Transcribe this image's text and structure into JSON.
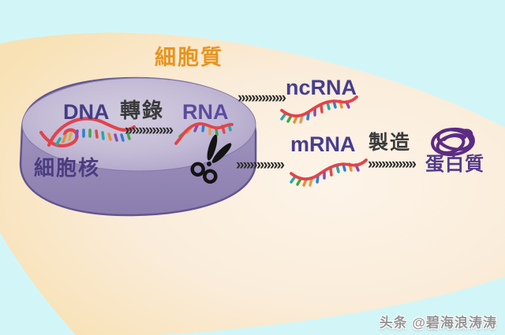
{
  "labels": {
    "cytoplasm": "細胞質",
    "nucleus": "細胞核",
    "dna": "DNA",
    "transcription": "轉錄",
    "rna": "RNA",
    "ncrna": "ncRNA",
    "mrna": "mRNA",
    "manufacture": "製造",
    "protein": "蛋白質"
  },
  "arrows": {
    "chevrons": "»»»»»»»"
  },
  "watermark": {
    "text": "头条 @碧海浪涛涛"
  },
  "icons": [
    "scissors-icon",
    "protein-blob-icon",
    "dna-strand-icon",
    "rna-strand-icon",
    "ncrna-strand-icon",
    "mrna-strand-icon",
    "chevron-arrow-icon"
  ],
  "colors": {
    "sky": "#d2f6f7",
    "cell_center": "#fdf4e9",
    "cell_mid": "#faecd9",
    "cell_edge": "#f8e1b4",
    "nucleus_top_light": "#d2ccdf",
    "nucleus_top_dark": "#a79ac4",
    "nucleus_rim_top": "#a99dc7",
    "nucleus_rim_bottom": "#8b7eae",
    "nucleus_outline": "#63568f",
    "cytoplasm_label": "#e8941f",
    "nucleus_label": "#4c3c80",
    "gene_label": "#473d8f",
    "rna_label": "#5b4b9f",
    "action_label": "#3b3b3b",
    "protein_label": "#53398c",
    "strand_red": "#e2434b",
    "protein_blob": "#5c2b85",
    "chevron": "#2c2c2c",
    "watermark_gray": "#949494"
  }
}
